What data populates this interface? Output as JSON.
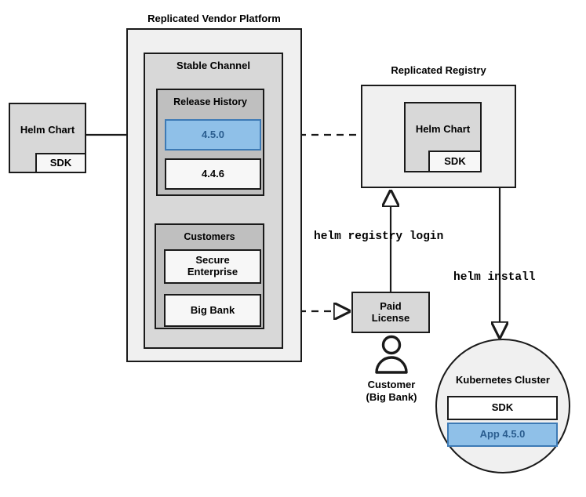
{
  "diagram": {
    "title_vendor_platform": "Replicated Vendor Platform",
    "title_registry": "Replicated Registry",
    "vendor_platform": {
      "stable_channel": {
        "label": "Stable Channel",
        "release_history": {
          "label": "Release History",
          "releases": [
            {
              "version": "4.5.0",
              "highlighted": true
            },
            {
              "version": "4.4.6",
              "highlighted": false
            }
          ]
        },
        "customers": {
          "label": "Customers",
          "items": [
            {
              "name": "Secure\nEnterprise"
            },
            {
              "name": "Big Bank"
            }
          ]
        }
      }
    },
    "source_chart": {
      "label": "Helm Chart",
      "sdk_label": "SDK"
    },
    "registry": {
      "chart_label": "Helm Chart",
      "sdk_label": "SDK"
    },
    "paid_license": {
      "line1": "Paid",
      "line2": "License"
    },
    "customer_actor": {
      "line1": "Customer",
      "line2": "(Big Bank)"
    },
    "commands": {
      "registry_login": "helm registry login",
      "install": "helm install"
    },
    "kubernetes_cluster": {
      "label": "Kubernetes Cluster",
      "components": [
        {
          "name": "SDK",
          "highlighted": false
        },
        {
          "name": "App 4.5.0",
          "highlighted": true
        }
      ]
    },
    "colors": {
      "accent_blue_fill": "#8fc0e8",
      "accent_blue_border": "#3d7ab5",
      "accent_blue_text": "#2a5d8f",
      "stroke": "#1a1a1a",
      "fill_lightest": "#f0f0f0",
      "fill_light": "#d8d8d8",
      "fill_mid": "#bfbfbf"
    }
  }
}
